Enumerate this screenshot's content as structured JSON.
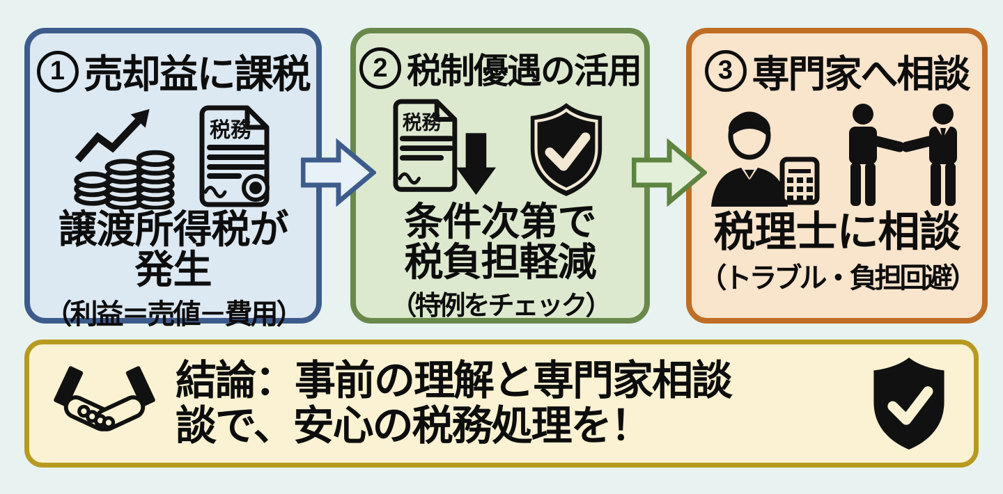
{
  "colors": {
    "page_bg": "#e8f3f1",
    "step1_bg": "#dce8f2",
    "step1_border": "#3d5c8c",
    "step2_bg": "#dde9cf",
    "step2_border": "#69894b",
    "step3_bg": "#f9e4cc",
    "step3_border": "#c06d26",
    "conclusion_bg": "#faf2d2",
    "conclusion_border": "#b99a20",
    "arrow_blue_fill": "#e9f1f8",
    "arrow_blue_stroke": "#3d5c8c",
    "arrow_green_fill": "#e4efd9",
    "arrow_green_stroke": "#5d8440",
    "icon_black": "#111111",
    "shield_check_cream": "#f3e8d3"
  },
  "steps": [
    {
      "number": "1",
      "title": "売却益に課税",
      "line1": "譲渡所得税が",
      "line2": "発生",
      "note": "（利益＝売値－費用）",
      "doc_label": "税務"
    },
    {
      "number": "2",
      "title": "税制優遇の活用",
      "line1": "条件次第で",
      "line2": "税負担軽減",
      "note": "（特例をチェック）",
      "doc_label": "税務"
    },
    {
      "number": "3",
      "title": "専門家へ相談",
      "line1": "税理士に相談",
      "note": "（トラブル・負担回避）"
    }
  ],
  "conclusion": {
    "line1": "結論：事前の理解と専門家相談",
    "line2": "談で、安心の税務処理を！"
  },
  "icons": {
    "step1": [
      "chart-up-coins-icon",
      "tax-document-icon"
    ],
    "step2": [
      "tax-document-down-arrow-icon",
      "shield-check-icon"
    ],
    "step3": [
      "accountant-calculator-icon",
      "handshake-people-icon"
    ],
    "conclusion": [
      "handshake-icon",
      "shield-check-icon"
    ]
  }
}
